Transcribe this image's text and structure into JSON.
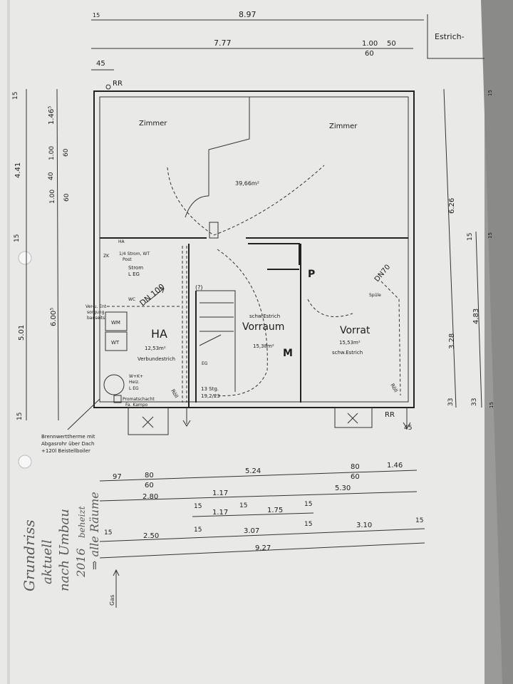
{
  "top_dims": {
    "overall": "8.97",
    "seg1": "7.77",
    "seg2_top": "1.00",
    "seg2_bottom": "60",
    "seg3": "50",
    "corner": "45",
    "small": "15",
    "label_corner": "Estrich-"
  },
  "markers": {
    "rr_top": "RR",
    "rr_bottom": "RR",
    "bottom_right": "45"
  },
  "rooms": {
    "upper_left": "Zimmer",
    "upper_right": "Zimmer",
    "upper_area": "39,66m²",
    "ha": {
      "name": "HA",
      "area": "12,53m²",
      "floor": "Verbundestrich"
    },
    "vorraum": {
      "name": "Vorraum",
      "area": "15,38m²",
      "floor": "schw.Estrich"
    },
    "vorrat": {
      "name": "Vorrat",
      "area": "15,53m²",
      "floor": "schw.Estrich"
    }
  },
  "fixtures": {
    "ha_label": "HA",
    "zk": "ZK",
    "wt_top": "1/4 Strom, WT",
    "wt_top2": "Post",
    "strom": "Strom",
    "strom_sub": "L EG",
    "dn100": "DN 100",
    "wc": "WC",
    "ww": "WM",
    "wt": "WT",
    "wkheiz1": "W+K+",
    "wkheiz2": "Heiz.",
    "wkheiz3": "L EG",
    "promat1": "Promatschacht",
    "promat2": "Fa. Kampo",
    "question": "(?)",
    "stairs1": "13 Stg.",
    "stairs2": "19,2/23",
    "eg": "EG",
    "rol1": "Röll",
    "rol2": "Röll",
    "p": "P",
    "m": "M",
    "dn70": "DN70",
    "spule": "Spüle",
    "verent1": "Ver-u. Ent-",
    "verent2": "sorgung",
    "verent3": "bauseits"
  },
  "note": [
    "Brennwerttherme mit",
    "Abgasrohr über Dach",
    "+120l Beistellboiler"
  ],
  "left_dims": {
    "outer_a": "15",
    "outer_b": "4.41",
    "outer_c": "15",
    "outer_d": "5.01",
    "outer_e": "15",
    "inner_a": "1.46⁵",
    "inner_b": "1.00",
    "inner_b2": "60",
    "inner_c": "40",
    "inner_d": "1.00",
    "inner_d2": "60",
    "inner_e": "6.00⁵"
  },
  "right_dims": {
    "a": "6.26",
    "b": "3.28",
    "c": "33",
    "d": "15",
    "e": "4.83",
    "f": "33",
    "g": "15",
    "h": "15",
    "i": "15"
  },
  "bottom_dims": {
    "row1": [
      "97",
      "80",
      "60",
      "5.24",
      "80",
      "60",
      "1.46"
    ],
    "row2": [
      "2.80",
      "1.17",
      "5.30"
    ],
    "row3": [
      "15",
      "1.17",
      "15",
      "1.75",
      "15"
    ],
    "row4": [
      "15",
      "2.50",
      "15",
      "3.07",
      "15",
      "3.10",
      "15"
    ],
    "row5": [
      "9.27"
    ]
  },
  "handwriting": [
    "Grundriss",
    "aktuell",
    "nach Umbau",
    "2016",
    "⇒ alle Räume",
    "beheizt"
  ],
  "gas_label": "Gas"
}
